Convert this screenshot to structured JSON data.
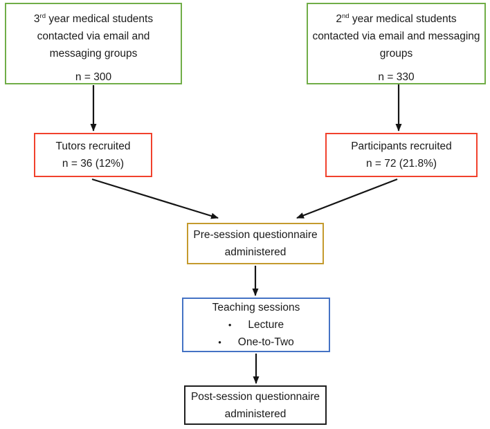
{
  "canvas": {
    "background": "#ffffff"
  },
  "colors": {
    "pool_border": "#70AD47",
    "recruited_border": "#F1412C",
    "pre_session_border": "#C49A2D",
    "teaching_border": "#4472C4",
    "post_session_border": "#1F1F1F",
    "arrow": "#141414",
    "text": "#1A1A1A"
  },
  "nodes": {
    "third_year": {
      "line1_num": "3",
      "line1_sup": "rd",
      "line1_rest": " year medical students",
      "line2": "contacted via email and",
      "line3": "messaging groups",
      "count": "n = 300"
    },
    "second_year": {
      "line1_num": "2",
      "line1_sup": "nd",
      "line1_rest": " year medical students",
      "line2": "contacted via email and messaging",
      "line3": "groups",
      "count": "n = 330"
    },
    "tutors": {
      "title": "Tutors recruited",
      "count": "n = 36 (12%)"
    },
    "participants": {
      "title": "Participants recruited",
      "count": "n = 72 (21.8%)"
    },
    "pre_session": {
      "line1": "Pre-session questionnaire",
      "line2": "administered"
    },
    "teaching": {
      "title": "Teaching sessions",
      "bullet_char": "•",
      "bullets": [
        "Lecture",
        "One-to-Two"
      ]
    },
    "post_session": {
      "line1": "Post-session questionnaire",
      "line2": "administered"
    }
  }
}
